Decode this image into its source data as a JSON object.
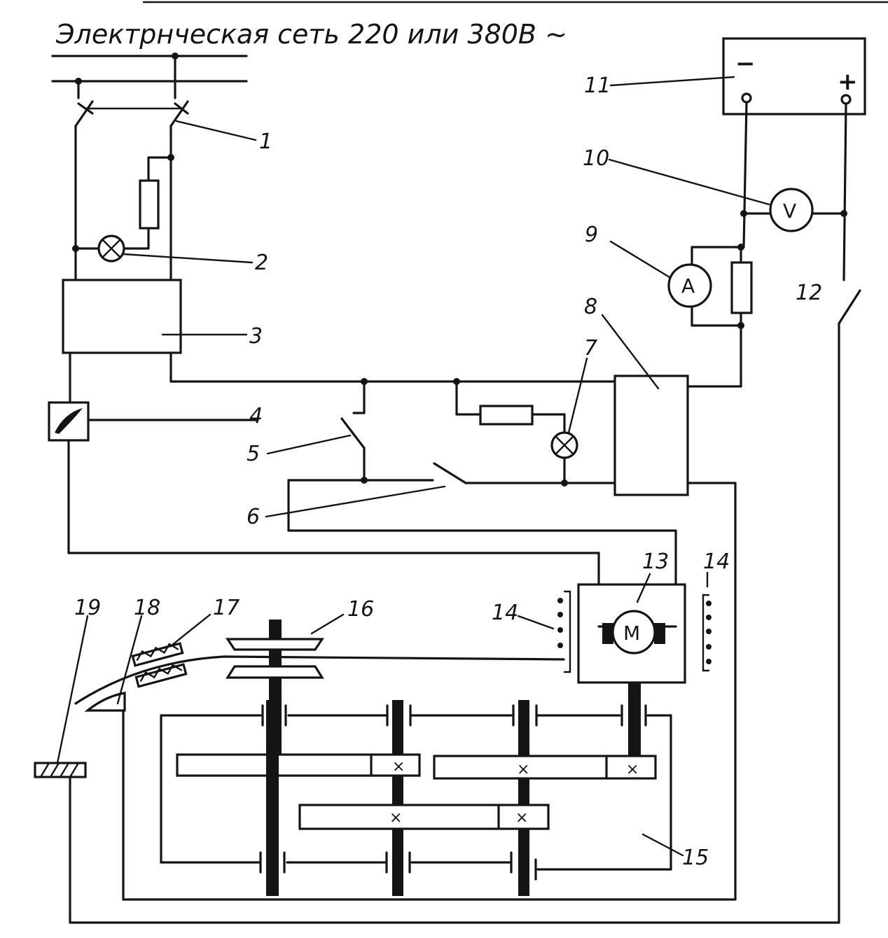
{
  "title": "Электрнческая сеть 220  или 380В ~",
  "labels": {
    "l1": "1",
    "l2": "2",
    "l3": "3",
    "l4": "4",
    "l5": "5",
    "l6": "6",
    "l7": "7",
    "l8": "8",
    "l9": "9",
    "l10": "10",
    "l11": "11",
    "l12": "12",
    "l13": "13",
    "l14a": "14",
    "l14b": "14",
    "l15": "15",
    "l16": "16",
    "l17": "17",
    "l18": "18",
    "l19": "19"
  },
  "symbols": {
    "voltmeter": "V",
    "ammeter": "A",
    "motor": "M",
    "minus": "−",
    "plus": "+",
    "gear_mark": "×"
  }
}
